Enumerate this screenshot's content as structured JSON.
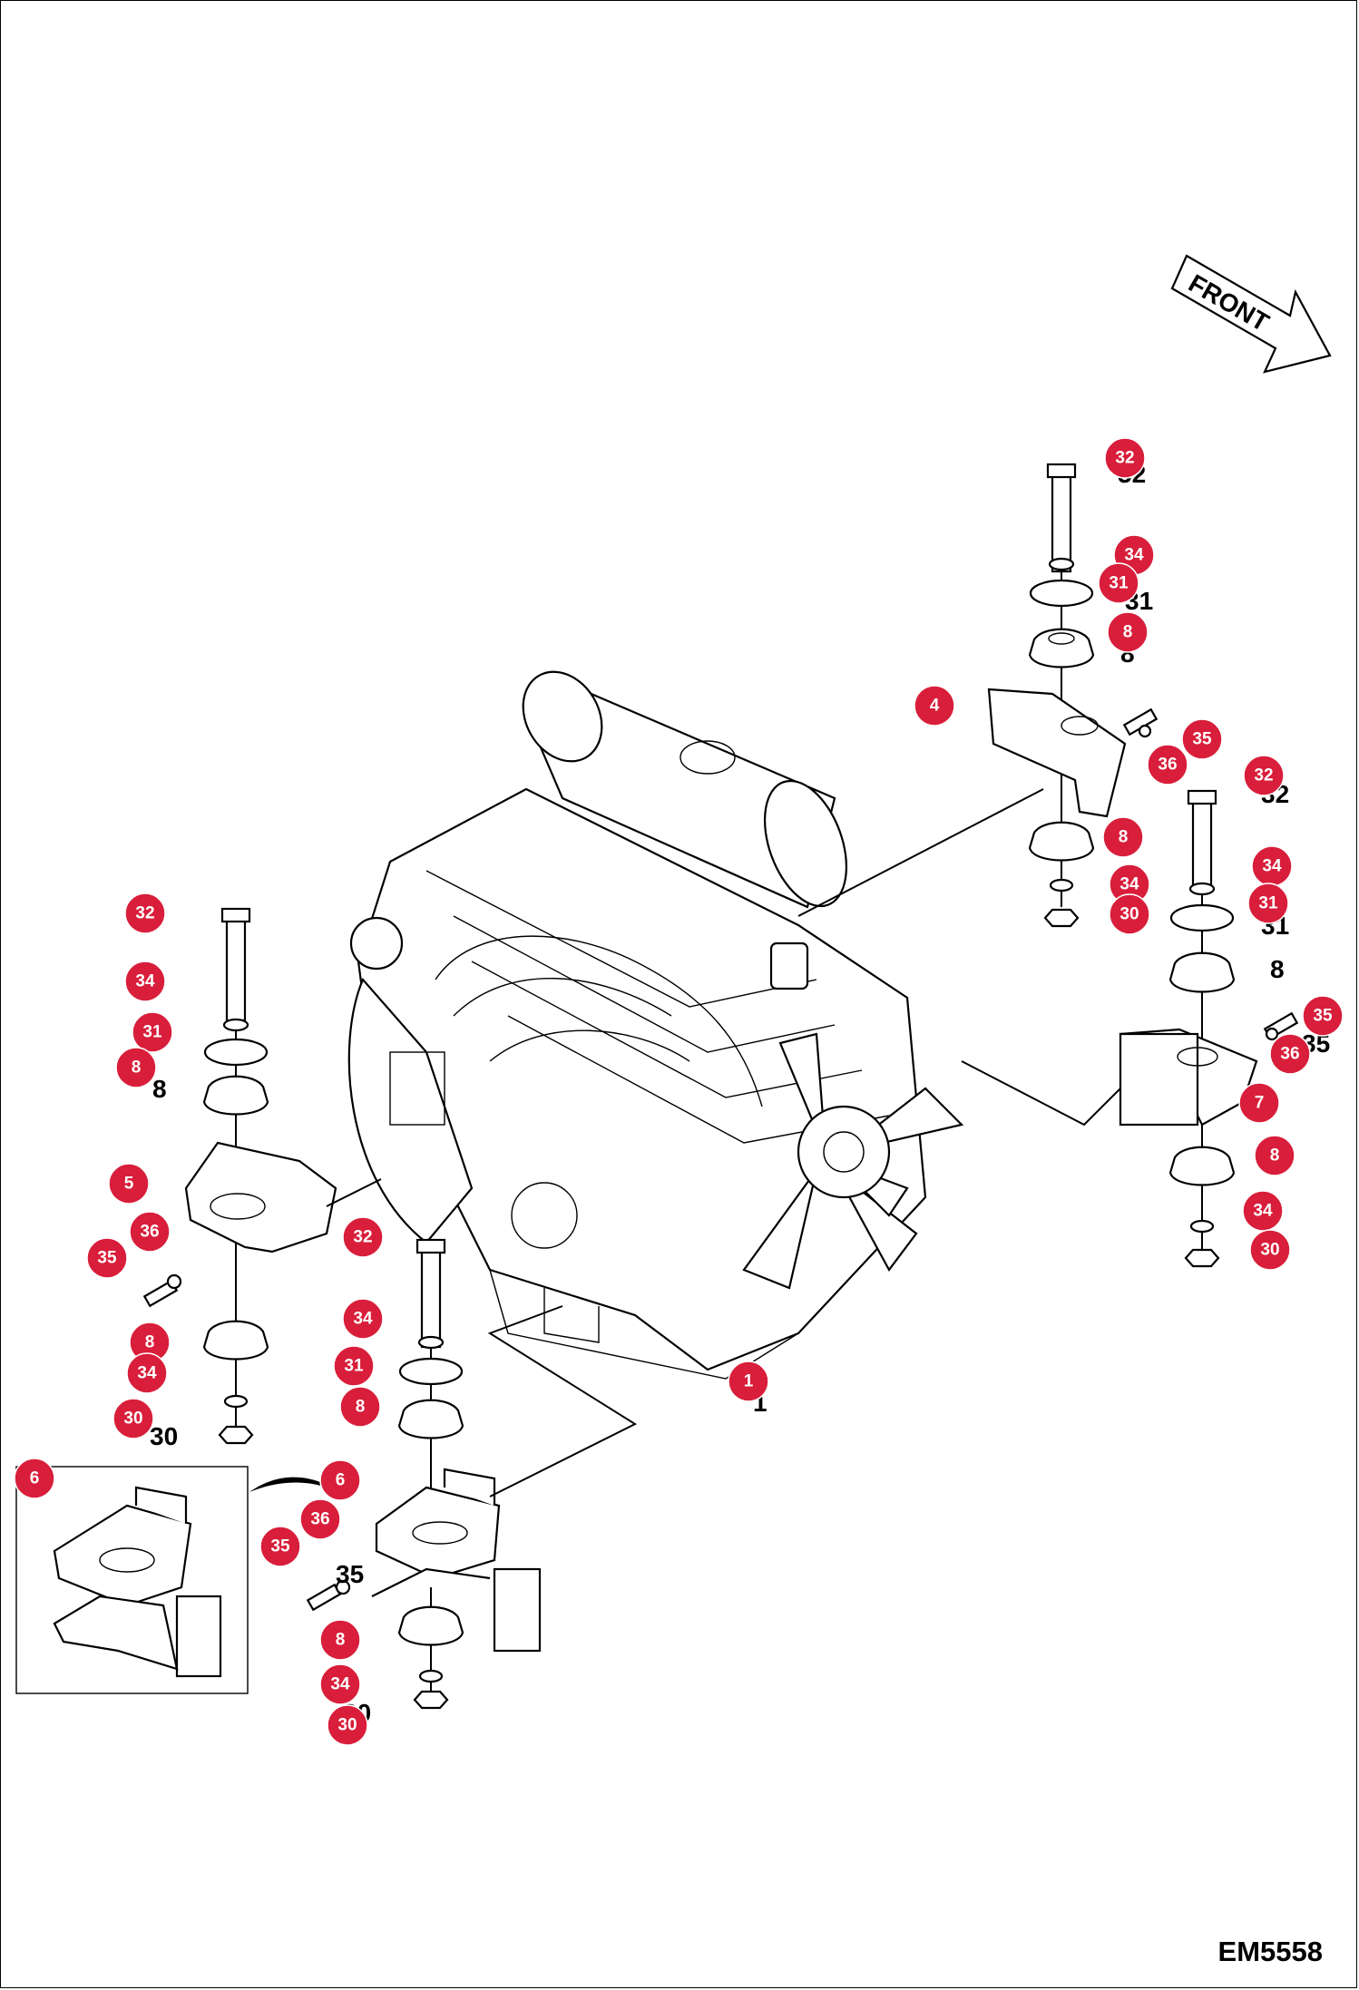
{
  "orientation_label": "FRONT",
  "drawing_code": "EM5558",
  "callouts": [
    {
      "label": "32",
      "part": "bolt"
    },
    {
      "label": "34",
      "part": "washer"
    },
    {
      "label": "31",
      "part": "plate"
    },
    {
      "label": "8",
      "part": "rubber-mount"
    },
    {
      "label": "4",
      "part": "bracket"
    },
    {
      "label": "35",
      "part": "bolt"
    },
    {
      "label": "36",
      "part": "washer"
    },
    {
      "label": "8",
      "part": "rubber-mount"
    },
    {
      "label": "34",
      "part": "washer"
    },
    {
      "label": "30",
      "part": "nut"
    },
    {
      "label": "32",
      "part": "bolt"
    },
    {
      "label": "34",
      "part": "washer"
    },
    {
      "label": "31",
      "part": "plate"
    },
    {
      "label": "35",
      "part": "bolt"
    },
    {
      "label": "36",
      "part": "washer"
    },
    {
      "label": "7",
      "part": "bracket"
    },
    {
      "label": "8",
      "part": "rubber-mount"
    },
    {
      "label": "34",
      "part": "washer"
    },
    {
      "label": "30",
      "part": "nut"
    },
    {
      "label": "32",
      "part": "bolt"
    },
    {
      "label": "34",
      "part": "washer"
    },
    {
      "label": "31",
      "part": "plate"
    },
    {
      "label": "8",
      "part": "rubber-mount"
    },
    {
      "label": "5",
      "part": "bracket"
    },
    {
      "label": "36",
      "part": "washer"
    },
    {
      "label": "35",
      "part": "bolt"
    },
    {
      "label": "8",
      "part": "rubber-mount"
    },
    {
      "label": "34",
      "part": "washer"
    },
    {
      "label": "30",
      "part": "nut"
    },
    {
      "label": "1",
      "part": "engine"
    },
    {
      "label": "32",
      "part": "bolt"
    },
    {
      "label": "34",
      "part": "washer"
    },
    {
      "label": "31",
      "part": "plate"
    },
    {
      "label": "8",
      "part": "rubber-mount"
    },
    {
      "label": "6",
      "part": "bracket"
    },
    {
      "label": "36",
      "part": "washer"
    },
    {
      "label": "35",
      "part": "bolt"
    },
    {
      "label": "8",
      "part": "rubber-mount"
    },
    {
      "label": "34",
      "part": "washer"
    },
    {
      "label": "30",
      "part": "nut"
    },
    {
      "label": "6",
      "part": "bracket-detail"
    }
  ]
}
